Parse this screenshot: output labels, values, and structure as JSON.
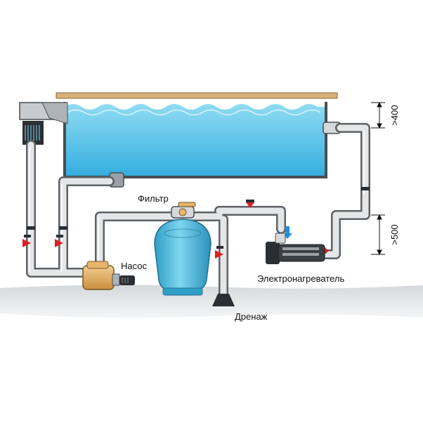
{
  "labels": {
    "filter": "Фильтр",
    "pump": "Насос",
    "heater": "Электронагреватель",
    "drain": "Дренаж"
  },
  "dimensions": {
    "top": ">400",
    "bottom": ">500"
  },
  "colors": {
    "water": "#5ec8e8",
    "water_dark": "#2a9cc9",
    "pipe": "#d6d9dc",
    "pipe_edge": "#5e6266",
    "filter_body": "#4fb9d9",
    "pump_body": "#e7b56a",
    "ground": "#e4e6e8",
    "valve_red": "#e02020",
    "flow_blue": "#1e8fe0"
  }
}
